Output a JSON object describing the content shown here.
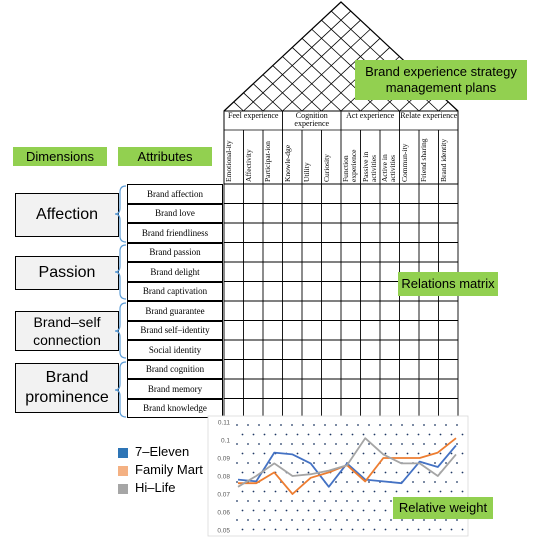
{
  "roof_label": "Brand experience strategy management plans",
  "header_labels": {
    "dimensions": "Dimensions",
    "attributes": "Attributes"
  },
  "experience_groups": [
    {
      "name": "Feel experience",
      "columns": [
        "Emotional-ity",
        "Affectivity",
        "Participat-ion"
      ]
    },
    {
      "name": "Cognition experience",
      "columns": [
        "Knowle-dge",
        "Utility",
        "Curiosity"
      ]
    },
    {
      "name": "Act experience",
      "columns": [
        "Function experience",
        "Passive in activities",
        "Active in activities"
      ]
    },
    {
      "name": "Relate experience",
      "columns": [
        "Commun-ity",
        "Friend sharing",
        "Brand identity"
      ]
    }
  ],
  "dimensions": [
    {
      "name": "Affection",
      "attributes": [
        "Brand affection",
        "Brand love",
        "Brand friendliness"
      ]
    },
    {
      "name": "Passion",
      "attributes": [
        "Brand passion",
        "Brand delight",
        "Brand captivation"
      ]
    },
    {
      "name": "Brand–self connection",
      "attributes": [
        "Brand guarantee",
        "Brand self–identity",
        "Social identity"
      ]
    },
    {
      "name": "Brand prominence",
      "attributes": [
        "Brand cognition",
        "Brand memory",
        "Brand knowledge"
      ]
    }
  ],
  "relations_label": "Relations matrix",
  "relative_weight_label": "Relative weight",
  "legend": [
    {
      "name": "7–Eleven",
      "color": "#2e75b6"
    },
    {
      "name": "Family Mart",
      "color": "#f4b183"
    },
    {
      "name": "Hi–Life",
      "color": "#a6a6a6"
    }
  ],
  "chart_data": {
    "type": "line",
    "y_ticks": [
      "0.11",
      "0.1",
      "0.09",
      "0.08",
      "0.07",
      "0.06",
      "0.05"
    ],
    "ylim": [
      0.05,
      0.11
    ],
    "grid": "dotted",
    "series": [
      {
        "name": "7–Eleven",
        "color": "#4472c4",
        "values": [
          0.078,
          0.077,
          0.093,
          0.092,
          0.087,
          0.074,
          0.087,
          0.078,
          0.077,
          0.076,
          0.088,
          0.085,
          0.097
        ]
      },
      {
        "name": "Family Mart",
        "color": "#ed7d31",
        "values": [
          0.076,
          0.076,
          0.082,
          0.07,
          0.079,
          0.082,
          0.086,
          0.077,
          0.09,
          0.09,
          0.09,
          0.093,
          0.101
        ]
      },
      {
        "name": "Hi–Life",
        "color": "#a5a5a5",
        "values": [
          0.074,
          0.08,
          0.087,
          0.08,
          0.081,
          0.083,
          0.086,
          0.101,
          0.092,
          0.087,
          0.087,
          0.08,
          0.092
        ]
      }
    ]
  }
}
